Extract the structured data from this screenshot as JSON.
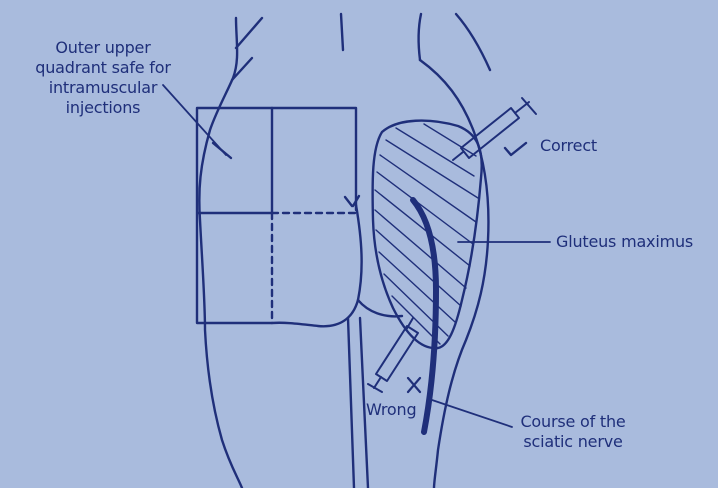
{
  "diagram": {
    "labels": {
      "outer_quadrant": "Outer upper\nquadrant safe for\nintramuscular\ninjections",
      "correct": "Correct",
      "gluteus": "Gluteus maximus",
      "wrong": "Wrong",
      "sciatic": "Course of the\nsciatic nerve"
    },
    "marks": {
      "check": "✓",
      "cross": "×"
    },
    "colors": {
      "background": "#a9bbdd",
      "ink": "#1f2f7a"
    }
  }
}
